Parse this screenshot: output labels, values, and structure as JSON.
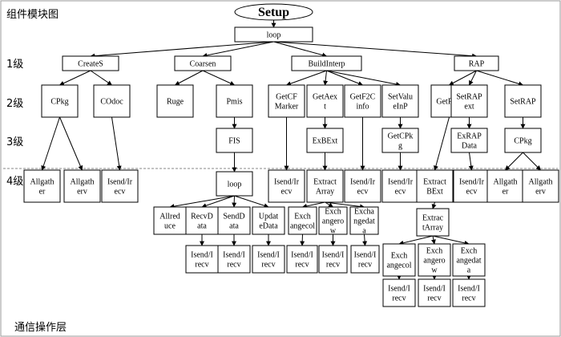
{
  "labels": {
    "top": "组件模块图",
    "bottom": "通信操作层",
    "levels": [
      "1级",
      "2级",
      "3级",
      "4级"
    ]
  },
  "nodes": {
    "setup": "Setup",
    "loop": "loop",
    "creates": "CreateS",
    "coarsen": "Coarsen",
    "buildinterp": "BuildInterp",
    "rap": "RAP",
    "cpkg": "CPkg",
    "codoc": "COdoc",
    "ruge": "Ruge",
    "pmis": "Pmis",
    "getcfmarker": [
      "GetCF",
      "Marker"
    ],
    "getaext": [
      "GetAex",
      "t"
    ],
    "getf2cinfo": [
      "GetF2C",
      "info"
    ],
    "setvalueinp": [
      "SetValu",
      "eInP"
    ],
    "getpext": "GetPext",
    "setrapext": [
      "SetRAP",
      "ext"
    ],
    "setrap": "SetRAP",
    "fis": "FIS",
    "exbext": "ExBExt",
    "getcpkg": [
      "GetCPk",
      "g"
    ],
    "exrapdata": [
      "ExRAP",
      "Data"
    ],
    "cpkg2": "CPkg",
    "allgather1": [
      "Allgath",
      "er"
    ],
    "allgatherv1": [
      "Allgath",
      "erv"
    ],
    "isend_codoc": [
      "Isend/Ir",
      "ecv"
    ],
    "loop2": "loop",
    "isend_cf": [
      "Isend/Ir",
      "ecv"
    ],
    "extractarray1": [
      "Extract",
      "Array"
    ],
    "isend_f2c": [
      "Isend/Ir",
      "ecv"
    ],
    "isend_setval": [
      "Isend/Ir",
      "ecv"
    ],
    "extractbext": [
      "Extract",
      "BExt"
    ],
    "isend_setrapext": [
      "Isend/Ir",
      "ecv"
    ],
    "allgather2": [
      "Allgath",
      "er"
    ],
    "allgatherv2": [
      "Allgath",
      "erv"
    ],
    "allreduce": [
      "Allred",
      "uce"
    ],
    "recvdata": [
      "RecvD",
      "ata"
    ],
    "senddata": [
      "SendD",
      "ata"
    ],
    "updatedata": [
      "Updat",
      "eData"
    ],
    "exchangecol1": [
      "Exch",
      "angecol"
    ],
    "exchangerow1": [
      "Exch",
      "angero",
      "w"
    ],
    "exchangedata1": [
      "Excha",
      "ngedat",
      "a"
    ],
    "extractarray2": [
      "Extrac",
      "tArray"
    ],
    "isend_recv": [
      "Isend/I",
      "recv"
    ],
    "isend_send": [
      "Isend/I",
      "recv"
    ],
    "isend_update": [
      "Isend/I",
      "recv"
    ],
    "isend_exc1": [
      "Isend/I",
      "recv"
    ],
    "isend_exr1": [
      "Isend/I",
      "recv"
    ],
    "isend_exd1": [
      "Isend/I",
      "recv"
    ],
    "exchangecol2": [
      "Exch",
      "angecol"
    ],
    "exchangerow2": [
      "Exch",
      "angero",
      "w"
    ],
    "exchangedata2": [
      "Exch",
      "angedat",
      "a"
    ],
    "isend_exc2": [
      "Isend/I",
      "recv"
    ],
    "isend_exr2": [
      "Isend/I",
      "recv"
    ],
    "isend_exd2": [
      "Isend/I",
      "recv"
    ]
  }
}
